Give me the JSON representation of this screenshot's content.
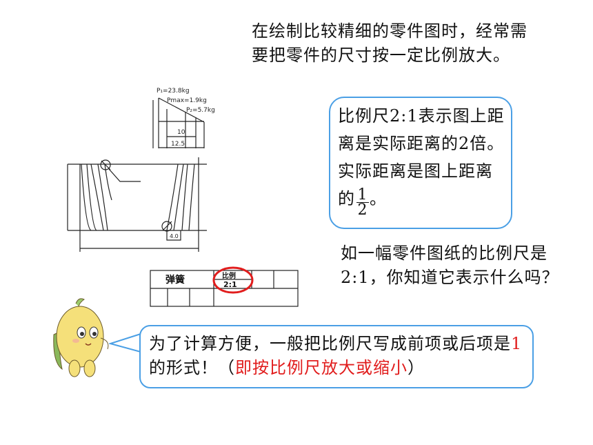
{
  "intro_text": "在绘制比较精细的零件图时，经常需要把零件的尺寸按一定比例放大。",
  "bubble": {
    "text_before_fraction": "比例尺2:1表示图上距离是实际距离的2倍。实际距离是图上距离的",
    "fraction_numerator": "1",
    "fraction_denominator": "2",
    "text_after_fraction": "。"
  },
  "question_text": "如一幅零件图纸的比例尺是2:1，你知道它表示什么吗？",
  "speech": {
    "part1": "为了计算方便，一般把比例尺写成前项或后项是",
    "highlight_number": "1",
    "part2": "的形式！（",
    "red_note": "即按比例尺放大或缩小",
    "part3": "）"
  },
  "drawing": {
    "label_p1": "P₁=23.8kg",
    "label_pmax": "Pmax=1.9kg",
    "label_p2": "P₂=5.7kg",
    "dim_10": "10",
    "dim_12_5": "12.5",
    "dim_4": "4.0",
    "title_cell": "弹簧",
    "scale_label": "比例",
    "scale_value": "2:1"
  },
  "colors": {
    "accent_blue": "#4a9fe5",
    "highlight_red": "#e11d1d",
    "mascot_yellow": "#f5e07a"
  }
}
